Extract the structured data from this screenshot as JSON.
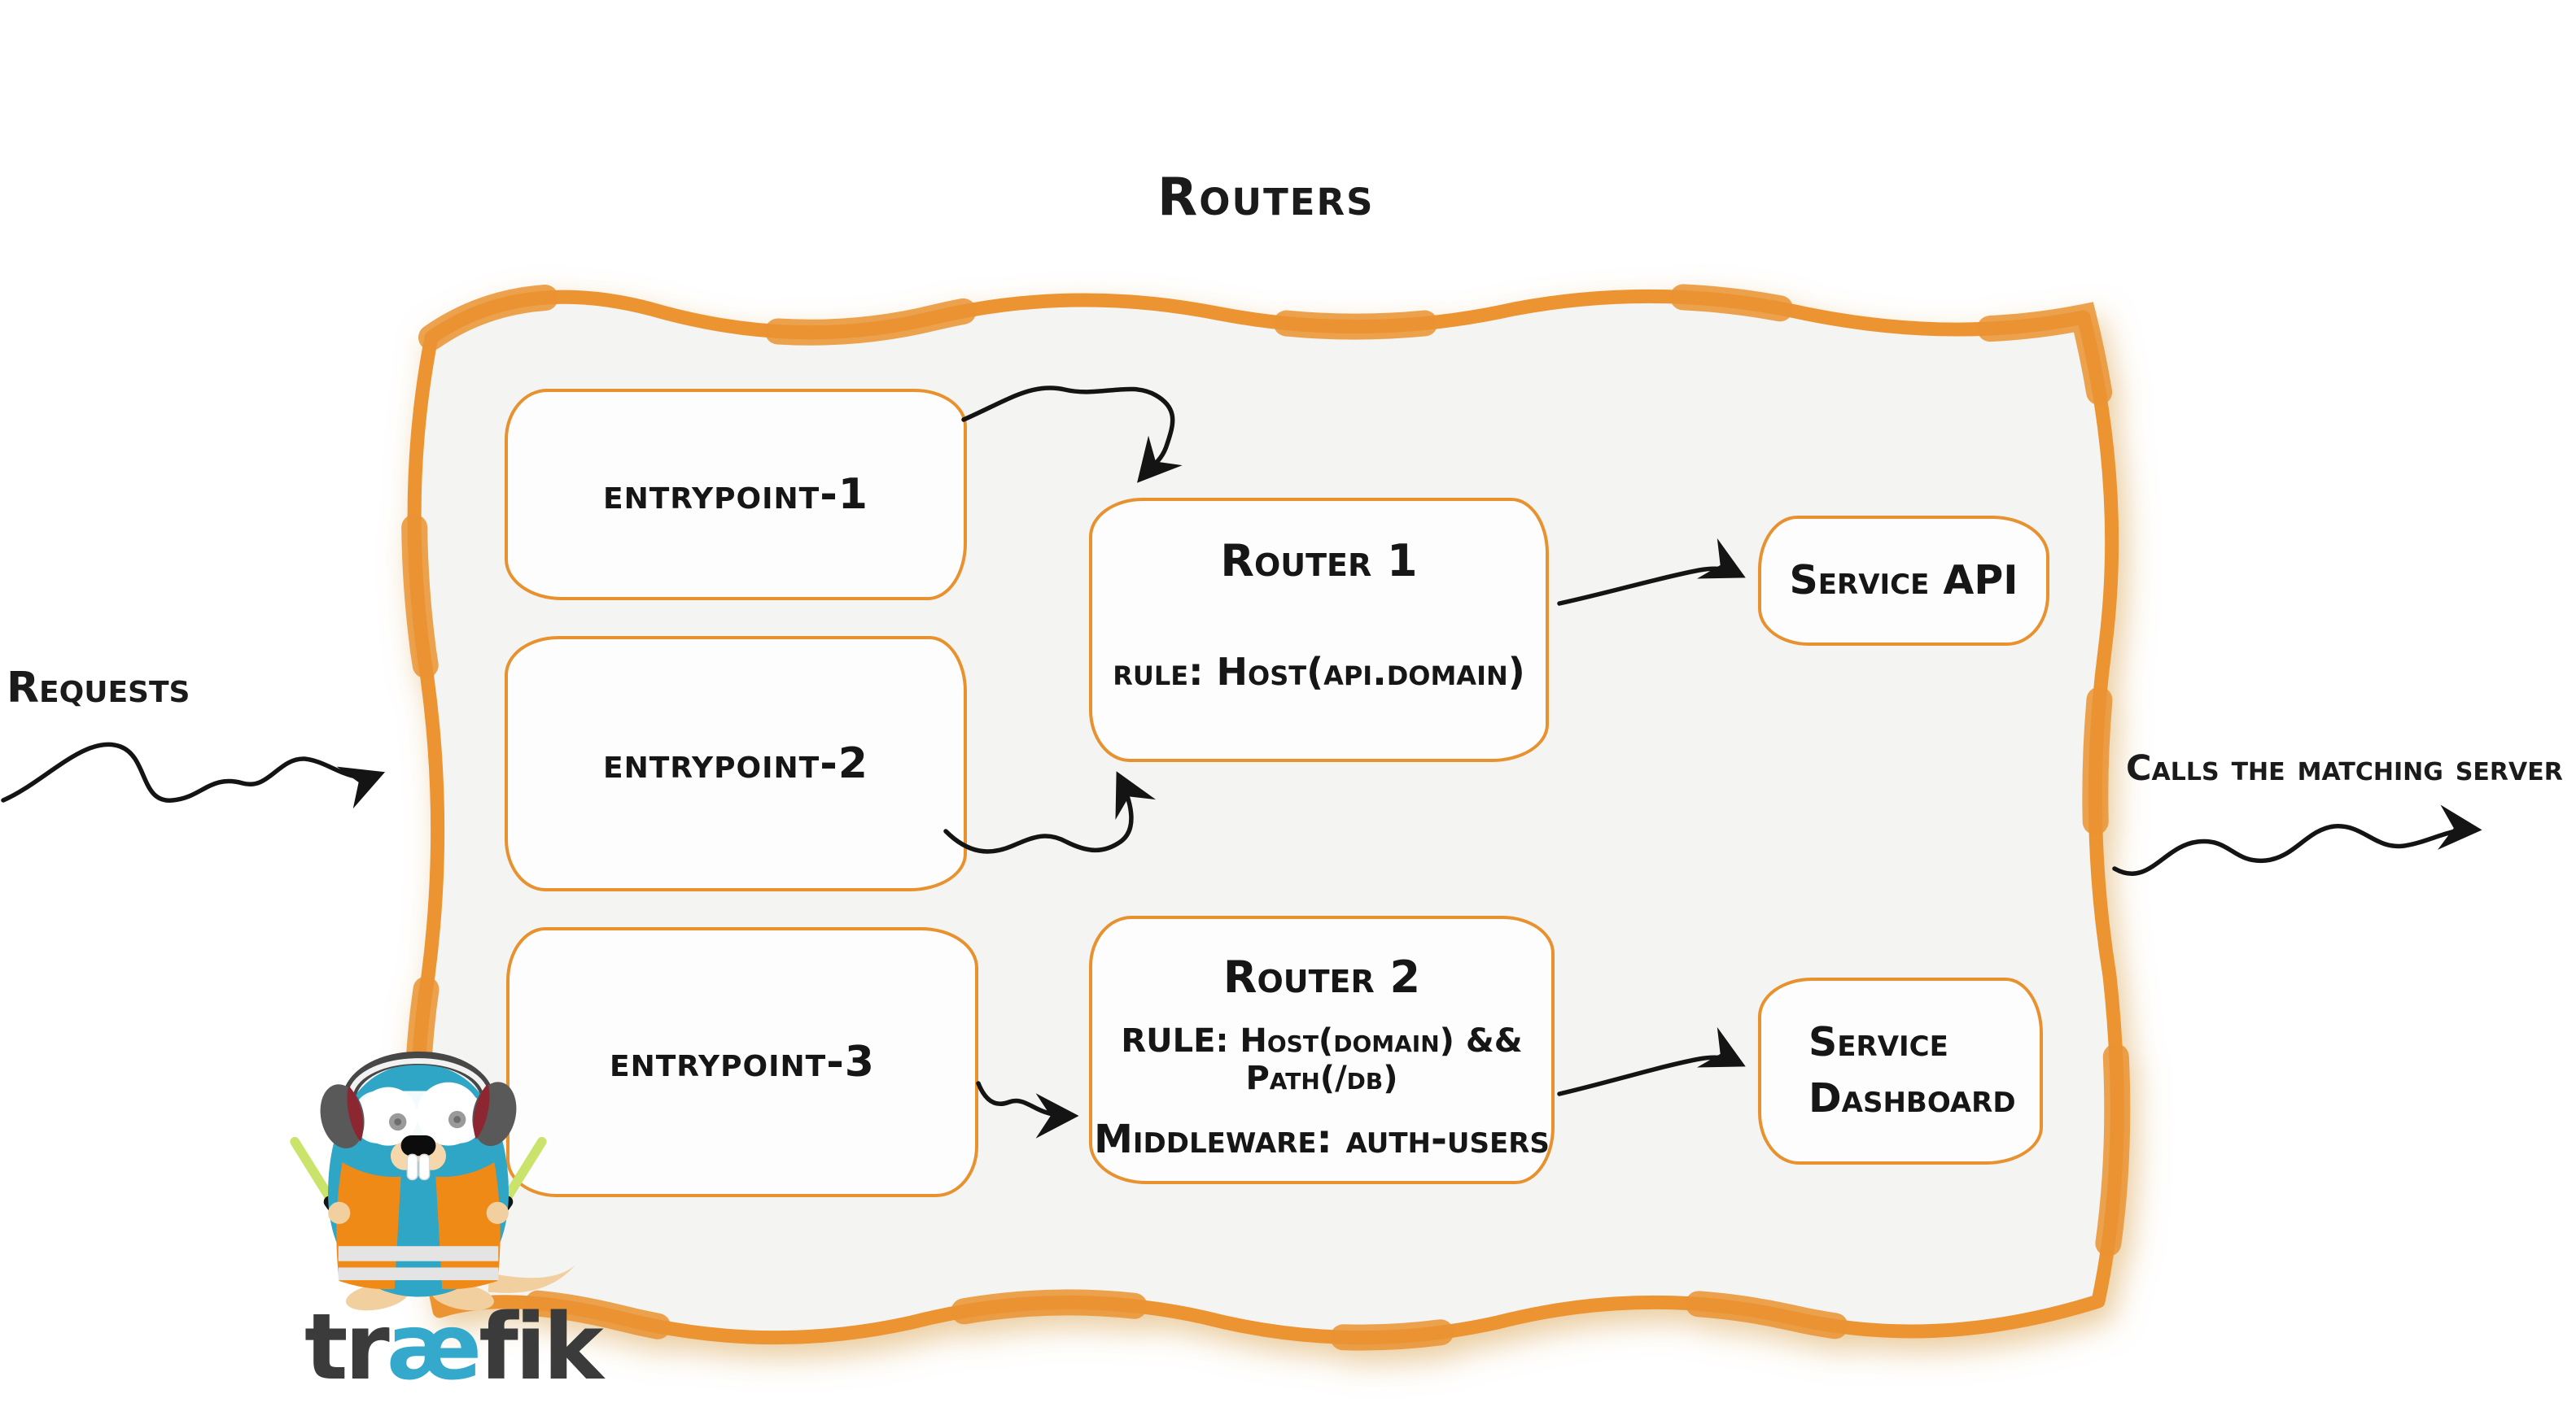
{
  "title": "Routers",
  "labels": {
    "requests": "Requests",
    "calls": "Calls the matching server"
  },
  "entrypoints": [
    {
      "label": "entrypoint-1"
    },
    {
      "label": "entrypoint-2"
    },
    {
      "label": "entrypoint-3"
    }
  ],
  "routers": [
    {
      "name": "Router 1",
      "rule": "rule: Host(api.domain)"
    },
    {
      "name": "Router 2",
      "rule": "RULE: Host(domain) && Path(/db)",
      "middleware": "Middleware: auth-users"
    }
  ],
  "services": [
    {
      "label": "Service API"
    },
    {
      "label": "Service Dashboard"
    }
  ],
  "logo": {
    "wordmark_pre": "tr",
    "wordmark_mid": "æ",
    "wordmark_post": "fik"
  },
  "colors": {
    "sketch_orange": "#e8922f",
    "container_fill": "#f4f4f3",
    "ink_black": "#141414",
    "gopher_teal": "#30a6c6",
    "vest_orange": "#f08a17",
    "stick_green": "#c9e36b",
    "wordmark_gray": "#3b3b3b",
    "wordmark_teal": "#35a9cb"
  },
  "icons": {
    "mascot": "traefik-gopher",
    "arrow_style": "hand-drawn-squiggle"
  }
}
